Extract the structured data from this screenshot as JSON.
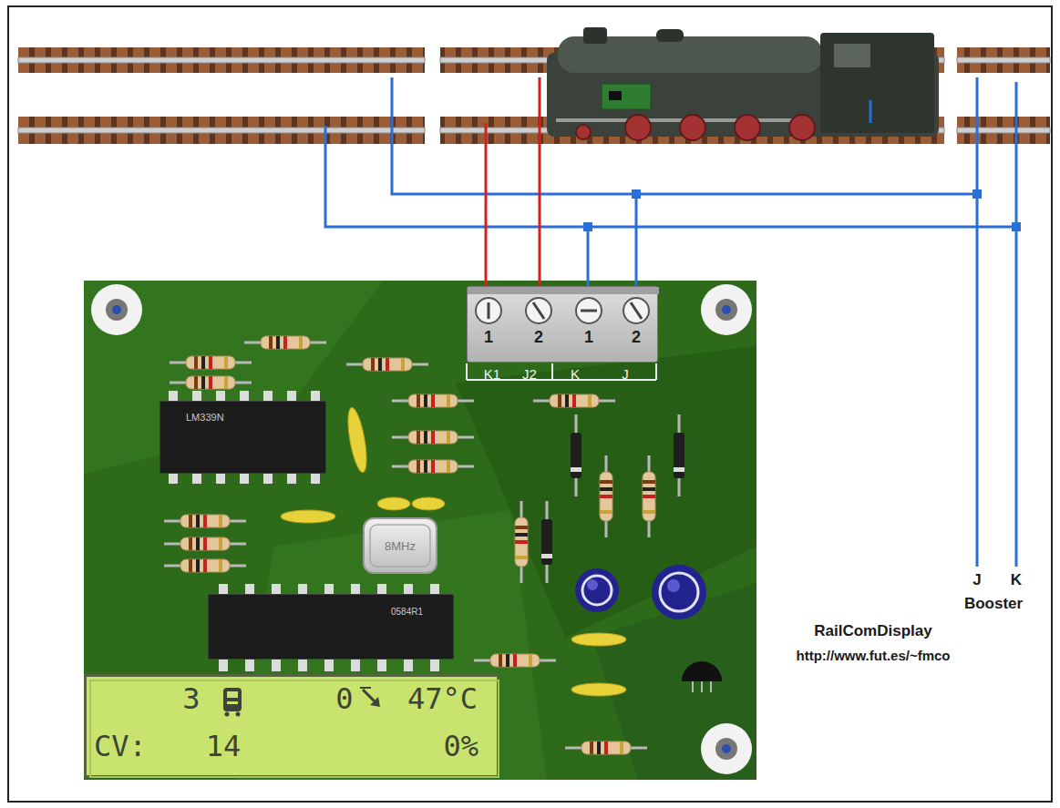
{
  "diagram": {
    "nodes": [
      {
        "text": [
          "1",
          "2",
          "1",
          "2",
          "K1",
          "J2",
          "K",
          "J"
        ]
      },
      {
        "text": [
          "LM339N"
        ]
      },
      {
        "text": [
          "8MHz"
        ]
      },
      {
        "text": [
          "0584R1"
        ]
      },
      {
        "text": [
          "3",
          "0",
          "47°C",
          "CV:",
          "14",
          "0%"
        ]
      }
    ],
    "labels": [
      "J",
      "K",
      "Booster",
      "RailComDisplay",
      "http://www.fut.es/~fmco"
    ]
  }
}
